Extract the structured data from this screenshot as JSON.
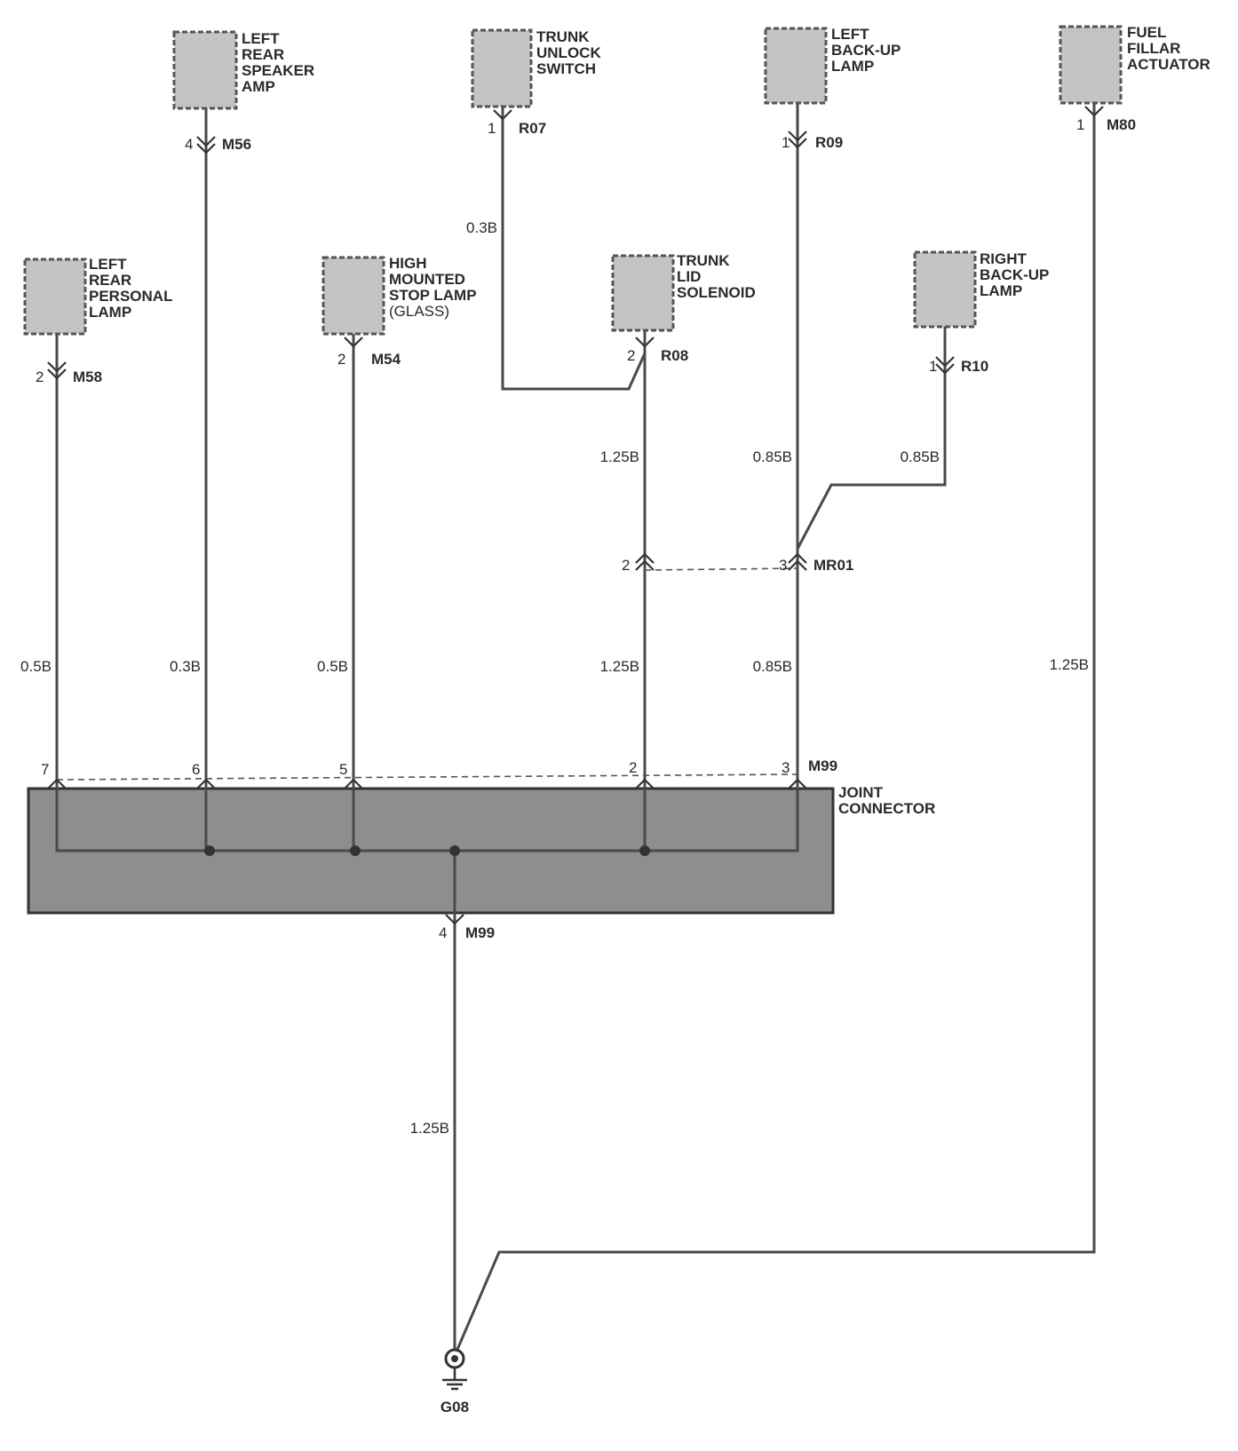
{
  "components": {
    "left_rear_personal_lamp": [
      "LEFT",
      "REAR",
      "PERSONAL",
      "LAMP"
    ],
    "left_rear_speaker_amp": [
      "LEFT",
      "REAR",
      "SPEAKER",
      "AMP"
    ],
    "high_mounted_stop_lamp": [
      "HIGH",
      "MOUNTED",
      "STOP LAMP"
    ],
    "high_mounted_stop_lamp_note": "(GLASS)",
    "trunk_unlock_switch": [
      "TRUNK",
      "UNLOCK",
      "SWITCH"
    ],
    "trunk_lid_solenoid": [
      "TRUNK",
      "LID",
      "SOLENOID"
    ],
    "left_back_up_lamp": [
      "LEFT",
      "BACK-UP",
      "LAMP"
    ],
    "right_back_up_lamp": [
      "RIGHT",
      "BACK-UP",
      "LAMP"
    ],
    "fuel_fillar_actuator": [
      "FUEL",
      "FILLAR",
      "ACTUATOR"
    ],
    "joint_connector": [
      "JOINT",
      "CONNECTOR"
    ]
  },
  "connectors": {
    "m58": {
      "pin": "2",
      "name": "M58"
    },
    "m56": {
      "pin": "4",
      "name": "M56"
    },
    "m54": {
      "pin": "2",
      "name": "M54"
    },
    "r07": {
      "pin": "1",
      "name": "R07"
    },
    "r08": {
      "pin": "2",
      "name": "R08"
    },
    "r09": {
      "pin": "1",
      "name": "R09"
    },
    "r10": {
      "pin": "1",
      "name": "R10"
    },
    "m80": {
      "pin": "1",
      "name": "M80"
    },
    "mr01_a": {
      "pin": "2"
    },
    "mr01_b": {
      "pin": "3",
      "name": "MR01"
    },
    "m99_top": {
      "pins": [
        "7",
        "6",
        "5",
        "2",
        "3"
      ],
      "name": "M99"
    },
    "m99_bottom": {
      "pin": "4",
      "name": "M99"
    },
    "ground": {
      "name": "G08"
    }
  },
  "wires": {
    "w_m58": "0.5B",
    "w_m56": "0.3B",
    "w_m54": "0.5B",
    "w_r07": "0.3B",
    "w_r08_upper": "1.25B",
    "w_r08_lower": "1.25B",
    "w_r09_upper": "0.85B",
    "w_r09_lower": "0.85B",
    "w_r10": "0.85B",
    "w_m80": "1.25B",
    "w_ground": "1.25B"
  }
}
